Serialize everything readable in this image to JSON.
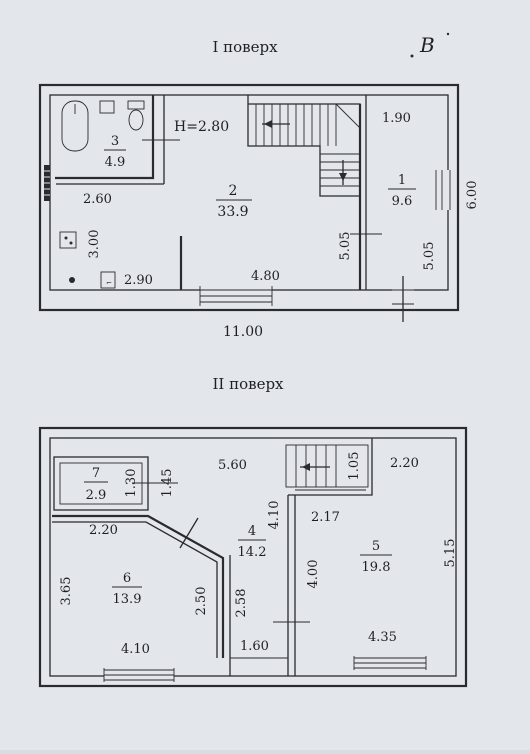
{
  "floors": [
    {
      "title": "I поверх",
      "rooms": [
        {
          "number": "3",
          "area": "4.9"
        },
        {
          "number": "2",
          "area": "33.9"
        },
        {
          "number": "1",
          "area": "9.6"
        }
      ],
      "ceiling_height": "H=2.80",
      "dimensions": [
        "1.90",
        "6.00",
        "2.60",
        "3.00",
        "2.90",
        "4.80",
        "5.05",
        "5.05",
        "11.00"
      ]
    },
    {
      "title": "II поверх",
      "rooms": [
        {
          "number": "7",
          "area": "2.9"
        },
        {
          "number": "4",
          "area": "14.2"
        },
        {
          "number": "6",
          "area": "13.9"
        },
        {
          "number": "5",
          "area": "19.8"
        }
      ],
      "dimensions": [
        "1.30",
        "1.45",
        "5.60",
        "1.05",
        "2.20",
        "2.20",
        "2.17",
        "4.10",
        "3.65",
        "2.50",
        "2.58",
        "4.00",
        "5.15",
        "4.10",
        "1.60",
        "4.35"
      ]
    }
  ],
  "corner_note": "B"
}
